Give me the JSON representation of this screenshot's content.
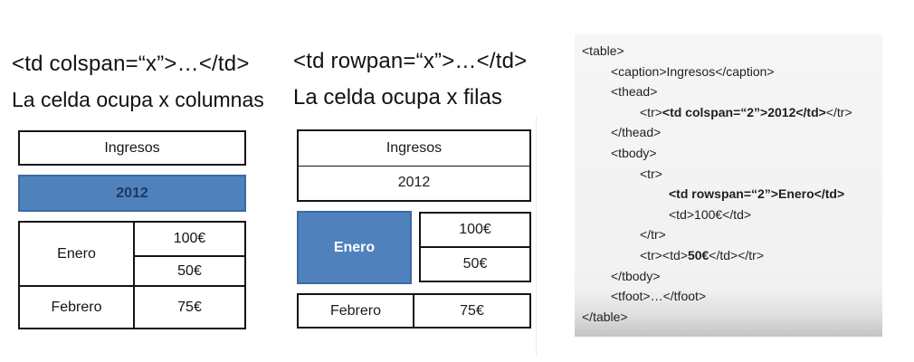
{
  "colspan_panel": {
    "code_title": "<td colspan=“x”>…</td>",
    "subtitle": "La celda ocupa x columnas",
    "table": {
      "caption": "Ingresos",
      "year_cell": "2012",
      "row1_label": "Enero",
      "row1_value1": "100€",
      "row1_value2": "50€",
      "row2_label": "Febrero",
      "row2_value": "75€"
    }
  },
  "rowspan_panel": {
    "code_title": "<td rowpan=“x”>…</td>",
    "subtitle": "La celda ocupa x filas",
    "table": {
      "caption": "Ingresos",
      "year_cell": "2012",
      "row1_label": "Enero",
      "row1_value1": "100€",
      "row1_value2": "50€",
      "row2_label": "Febrero",
      "row2_value": "75€"
    }
  },
  "code_panel": {
    "lines": [
      {
        "indent": 0,
        "segments": [
          {
            "text": "<table>",
            "bold": false
          }
        ]
      },
      {
        "indent": 1,
        "segments": [
          {
            "text": "<caption>Ingresos</caption>",
            "bold": false
          }
        ]
      },
      {
        "indent": 1,
        "segments": [
          {
            "text": "<thead>",
            "bold": false
          }
        ]
      },
      {
        "indent": 2,
        "segments": [
          {
            "text": "<tr>",
            "bold": false
          },
          {
            "text": "<td colspan=“2”>2012</td>",
            "bold": true
          },
          {
            "text": "</tr>",
            "bold": false
          }
        ]
      },
      {
        "indent": 1,
        "segments": [
          {
            "text": "</thead>",
            "bold": false
          }
        ]
      },
      {
        "indent": 1,
        "segments": [
          {
            "text": "<tbody>",
            "bold": false
          }
        ]
      },
      {
        "indent": 2,
        "segments": [
          {
            "text": "<tr>",
            "bold": false
          }
        ]
      },
      {
        "indent": 3,
        "segments": [
          {
            "text": "<td rowspan=“2”>Enero</td>",
            "bold": true
          }
        ]
      },
      {
        "indent": 3,
        "segments": [
          {
            "text": "<td>100€</td>",
            "bold": false
          }
        ]
      },
      {
        "indent": 2,
        "segments": [
          {
            "text": "</tr>",
            "bold": false
          }
        ]
      },
      {
        "indent": 2,
        "segments": [
          {
            "text": "<tr><td>",
            "bold": false
          },
          {
            "text": "50€",
            "bold": true
          },
          {
            "text": "</td></tr>",
            "bold": false
          }
        ]
      },
      {
        "indent": 1,
        "segments": [
          {
            "text": "</tbody>",
            "bold": false
          }
        ]
      },
      {
        "indent": 1,
        "segments": [
          {
            "text": "<tfoot>…</tfoot>",
            "bold": false
          }
        ]
      },
      {
        "indent": 0,
        "segments": [
          {
            "text": "</table>",
            "bold": false
          }
        ]
      }
    ]
  },
  "colors": {
    "accent_blue": "#4f81bd",
    "accent_blue_border": "#3a6aa3",
    "year_text": "#1c3a5e",
    "code_panel_bg": "#f2f2f2"
  }
}
